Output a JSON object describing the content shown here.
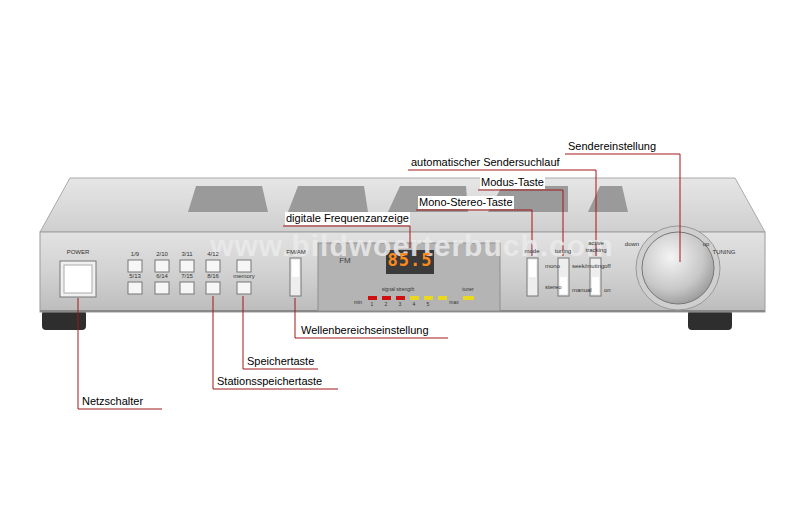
{
  "diagram": {
    "labels": [
      "Sendereinstellung",
      "automatischer Sendersuchlauf",
      "Modus-Taste",
      "Mono-Stereo-Taste",
      "digitale Frequenzanzeige",
      "Wellenbereichseinstellung",
      "Speichertaste",
      "Stationsspeichertaste",
      "Netzschalter",
      "www.bildwoerterbuch.com",
      "POWER",
      "1/9",
      "2/10",
      "3/11",
      "4/12",
      "5/13",
      "6/14",
      "7/15",
      "8/16",
      "memory",
      "FM/AM",
      "FM",
      "85.5",
      "signal strength",
      "min",
      "1",
      "2",
      "3",
      "4",
      "5",
      "max",
      "tuner",
      "mode",
      "mono",
      "stereo",
      "tuning",
      "seek/muting",
      "manual",
      "active tracking",
      "off",
      "on",
      "down",
      "up",
      "TUNING"
    ]
  }
}
